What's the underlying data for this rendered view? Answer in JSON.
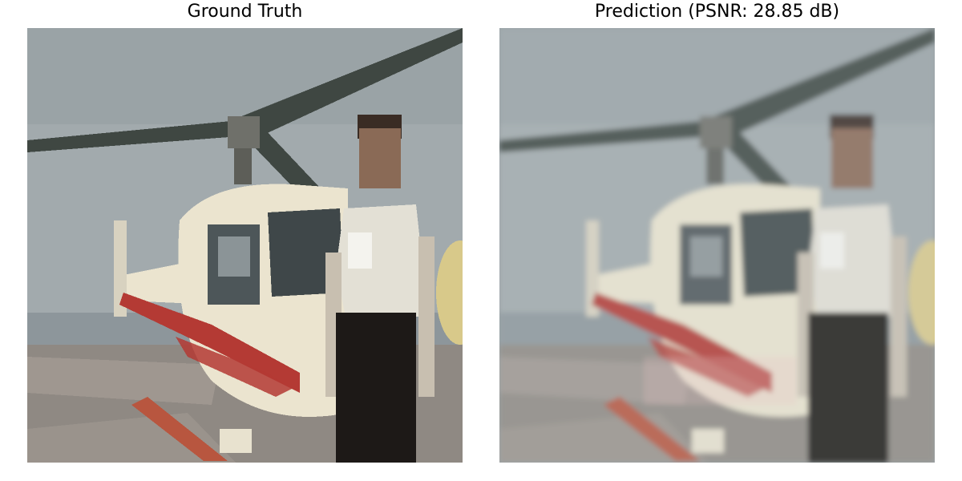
{
  "panels": [
    {
      "title": "Ground Truth",
      "image": "helicopter-with-pilot-photo",
      "variant": "sharp"
    },
    {
      "title": "Prediction (PSNR: 28.85 dB)",
      "image": "helicopter-with-pilot-photo",
      "variant": "blurred"
    }
  ],
  "colors": {
    "sky": "#a2aaad",
    "sky_top": "#959fa2",
    "horizon_water": "#8d969b",
    "deck": "#8f8983",
    "deck_light": "#a59d95",
    "fuselage": "#ebe4cf",
    "red_stripe": "#b43a34",
    "rotor": "#3f4742",
    "shirt": "#e3e0d5",
    "pants": "#1d1917",
    "skin": "#8a6a56",
    "hair": "#3a2c24",
    "yellow_object": "#d8c98a"
  }
}
